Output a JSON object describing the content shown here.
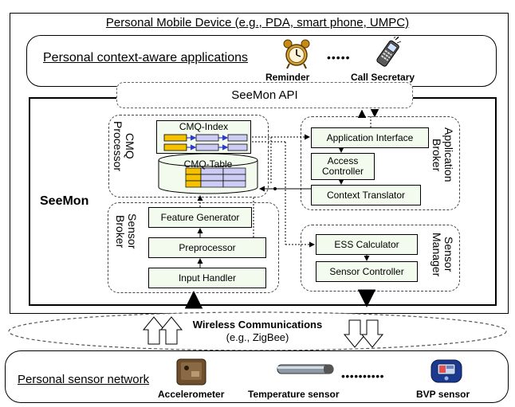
{
  "device": {
    "title": "Personal Mobile Device (e.g., PDA, smart phone, UMPC)"
  },
  "apps": {
    "label": "Personal context-aware applications",
    "ellipsis": "•••••",
    "reminder": "Reminder",
    "call_secretary": "Call Secretary"
  },
  "api": {
    "label": "SeeMon API"
  },
  "seemon": {
    "label": "SeeMon"
  },
  "cmq_processor": {
    "title_line1": "CMQ",
    "title_line2": "Processor",
    "index_label": "CMQ-Index",
    "table_label": "CMQ-Table"
  },
  "application_broker": {
    "title_line1": "Application",
    "title_line2": "Broker",
    "app_interface": "Application Interface",
    "access_controller_line1": "Access",
    "access_controller_line2": "Controller",
    "context_translator": "Context Translator"
  },
  "sensor_broker": {
    "title_line1": "Sensor",
    "title_line2": "Broker",
    "feature_generator": "Feature Generator",
    "preprocessor": "Preprocessor",
    "input_handler": "Input Handler"
  },
  "sensor_manager": {
    "title_line1": "Sensor",
    "title_line2": "Manager",
    "ess_calculator": "ESS Calculator",
    "sensor_controller": "Sensor Controller"
  },
  "wireless": {
    "title": "Wireless Communications",
    "subtitle": "(e.g., ZigBee)"
  },
  "sensor_network": {
    "label": "Personal sensor network",
    "ellipsis": "••••••••••",
    "accelerometer": "Accelerometer",
    "temperature_sensor": "Temperature sensor",
    "bvp_sensor": "BVP sensor"
  },
  "colors": {
    "box_fill": "#f3faee",
    "index_orange": "#f6c200",
    "index_lavender": "#ccccf4",
    "arrow_blue": "#2b3bd1"
  }
}
